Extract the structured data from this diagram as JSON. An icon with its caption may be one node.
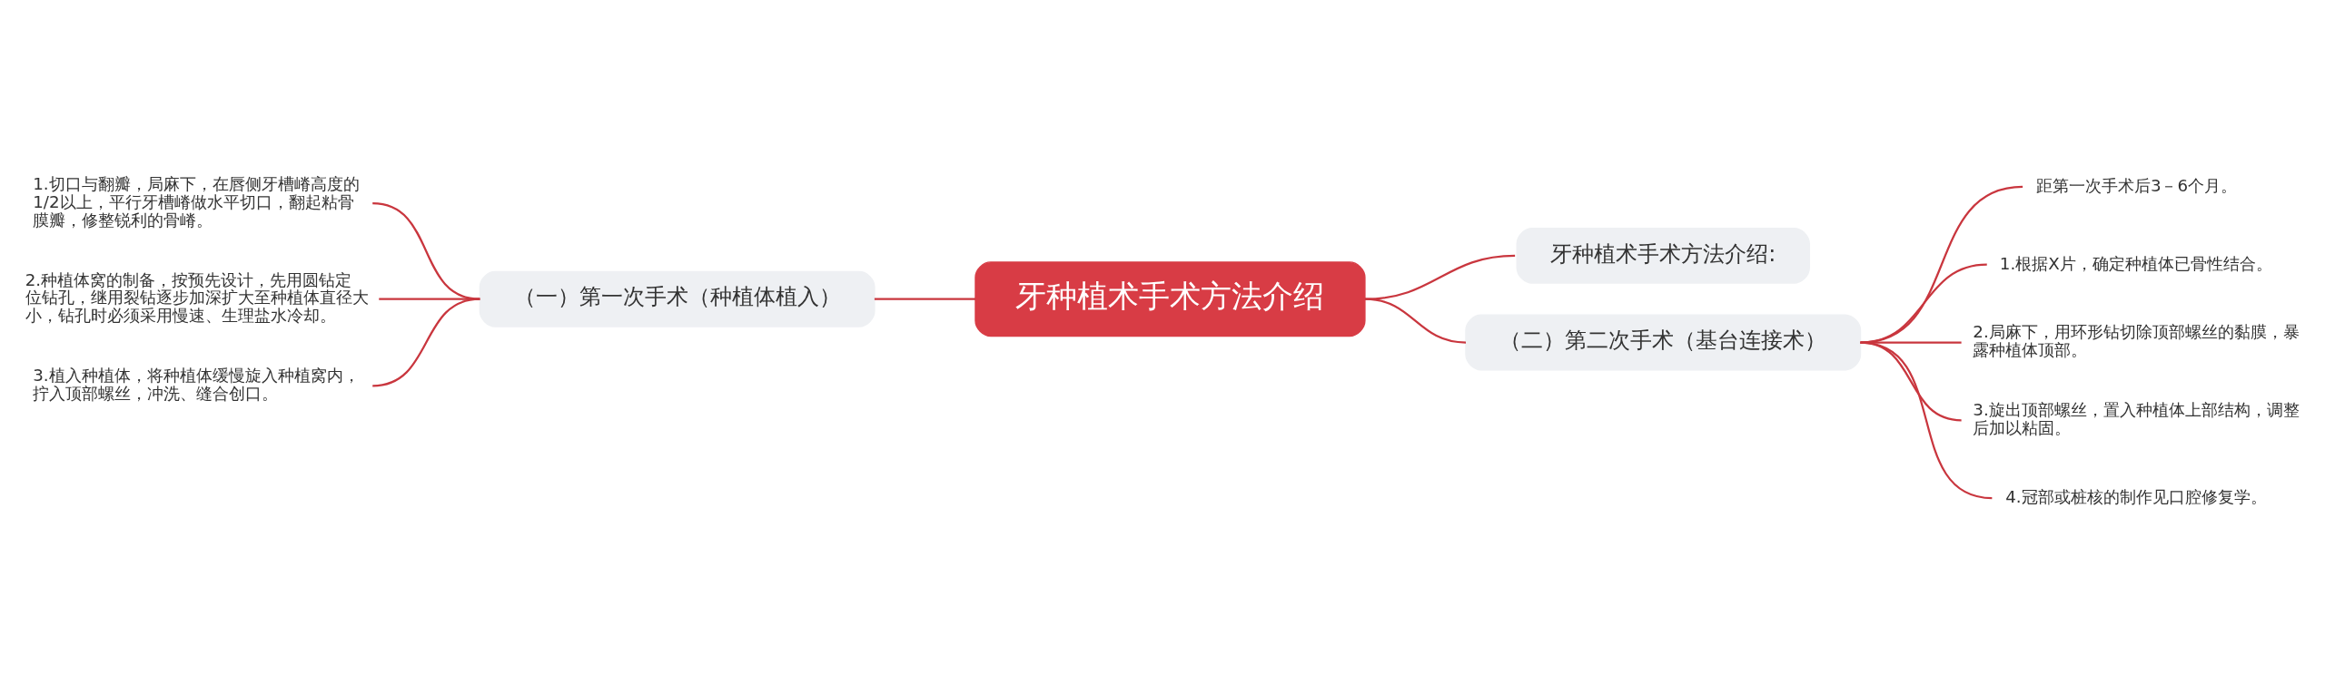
{
  "diagram": {
    "nodes": [
      {
        "text": [
          "牙种植术手术方法介绍"
        ]
      },
      {
        "text": [
          "牙种植术手术方法介绍:"
        ]
      },
      {
        "text": [
          "（一）第一次手术（种植体植入）"
        ]
      },
      {
        "text": [
          "1.切口与翻瓣，局麻下，在唇侧牙槽嵴高度的1/2以上，平行牙槽嵴做水平切口，翻起粘骨膜瓣，修整锐利的骨嵴。"
        ]
      },
      {
        "text": [
          "2.种植体窝的制备，按预先设计，先用圆钻定位钻孔，继用裂钻逐步加深扩大至种植体直径大小，钻孔时必须采用慢速、生理盐水冷却。"
        ]
      },
      {
        "text": [
          "3.植入种植体，将种植体缓慢旋入种植窝内，拧入顶部螺丝，冲洗、缝合创口。"
        ]
      },
      {
        "text": [
          "（二）第二次手术（基台连接术）"
        ]
      },
      {
        "text": [
          "距第一次手术后3－6个月。"
        ]
      },
      {
        "text": [
          "1.根据X片，确定种植体已骨性结合。"
        ]
      },
      {
        "text": [
          "2.局麻下，用环形钻切除顶部螺丝的黏膜，暴露种植体顶部。"
        ]
      },
      {
        "text": [
          "3.旋出顶部螺丝，置入种植体上部结构，调整后加以粘固。"
        ]
      },
      {
        "text": [
          "4.冠部或桩核的制作见口腔修复学。"
        ]
      }
    ],
    "edges": [
      {
        "from": 3,
        "to": 2,
        "arrow": "none"
      },
      {
        "from": 4,
        "to": 2,
        "arrow": "none"
      },
      {
        "from": 5,
        "to": 2,
        "arrow": "none"
      },
      {
        "from": 2,
        "to": 0,
        "arrow": "none"
      },
      {
        "from": 0,
        "to": 1,
        "arrow": "none"
      },
      {
        "from": 0,
        "to": 6,
        "arrow": "none"
      },
      {
        "from": 6,
        "to": 7,
        "arrow": "none"
      },
      {
        "from": 6,
        "to": 8,
        "arrow": "none"
      },
      {
        "from": 6,
        "to": 9,
        "arrow": "none"
      },
      {
        "from": 6,
        "to": 10,
        "arrow": "none"
      },
      {
        "from": 6,
        "to": 11,
        "arrow": "none"
      }
    ]
  }
}
